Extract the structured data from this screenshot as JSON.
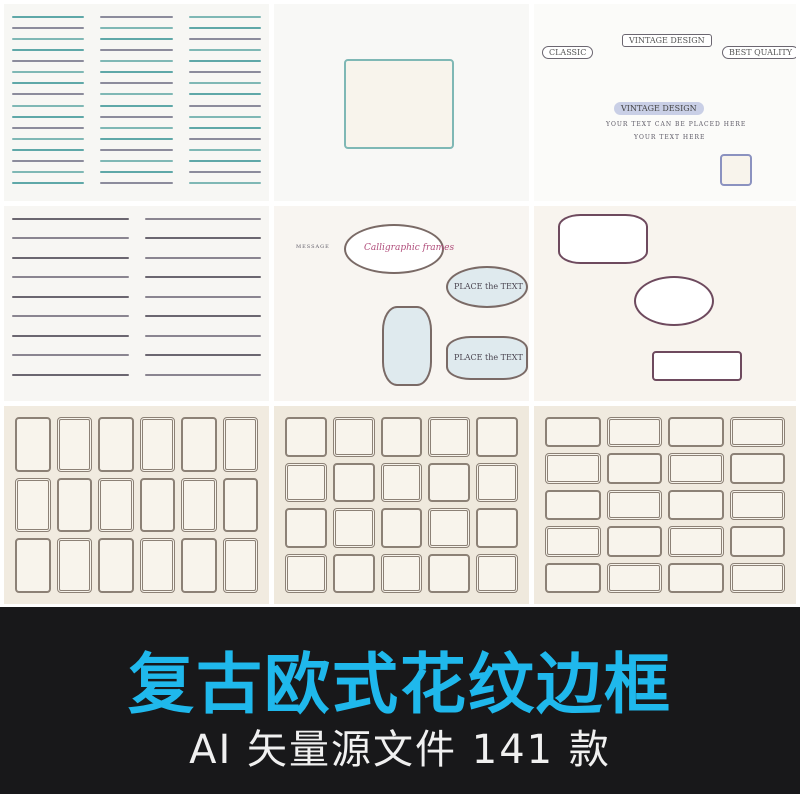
{
  "tiles": {
    "vintage_badges": {
      "classic": "CLASSIC",
      "vintage_design": "VINTAGE DESIGN",
      "best_quality": "BEST QUALITY",
      "vintage_design_ribbon": "VINTAGE DESIGN",
      "placeholder_long": "YOUR TEXT CAN BE PLACED HERE",
      "placeholder_short": "YOUR TEXT HERE"
    },
    "calligraphic": {
      "title": "Calligraphic frames",
      "place_text_1": "PLACE the TEXT",
      "place_text_2": "PLACE the TEXT",
      "message": "MESSAGE"
    }
  },
  "colors": {
    "banner_bg": "#18181a",
    "title": "#1fb8ec",
    "subtitle": "#f0f0f0",
    "teal_ornament": "#5fa8a8",
    "brown_ornament": "#6b5a50"
  },
  "banner": {
    "title": "复古欧式花纹边框",
    "subtitle": "AI 矢量源文件 141 款"
  }
}
